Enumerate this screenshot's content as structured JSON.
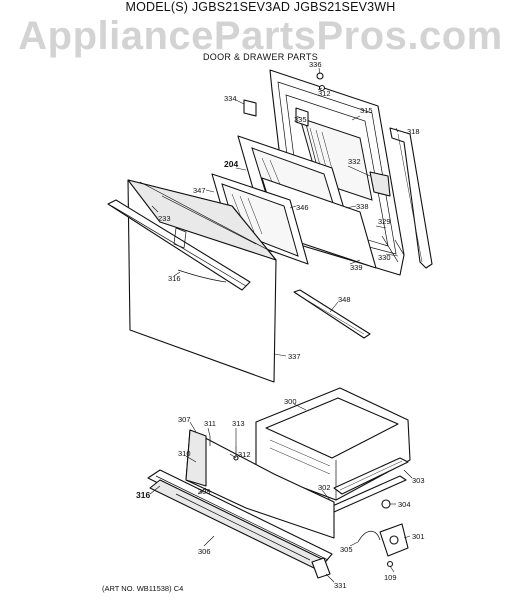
{
  "header": {
    "model_line": "MODEL(S) JGBS21SEV3AD  JGBS21SEV3WH",
    "watermark": "AppliancePartsPros.com",
    "section_title": "DOOR & DRAWER PARTS"
  },
  "footer": {
    "art_note": "(ART NO. WB11538) C4"
  },
  "callouts": {
    "c336": "336",
    "c312a": "312",
    "c334": "334",
    "c335": "335",
    "c315": "315",
    "c318": "318",
    "c332": "332",
    "c204": "204",
    "c347": "347",
    "c346": "346",
    "c338": "338",
    "c329": "329",
    "c233": "233",
    "c330": "330",
    "c339": "339",
    "c316a": "316",
    "c348": "348",
    "c337": "337",
    "c300": "300",
    "c307": "307",
    "c311": "311",
    "c313": "313",
    "c312b": "312",
    "c310": "310",
    "c303": "303",
    "c302": "302",
    "c316b": "316",
    "c309": "309",
    "c304": "304",
    "c301": "301",
    "c305": "305",
    "c306": "306",
    "c109": "109",
    "c331": "331"
  }
}
